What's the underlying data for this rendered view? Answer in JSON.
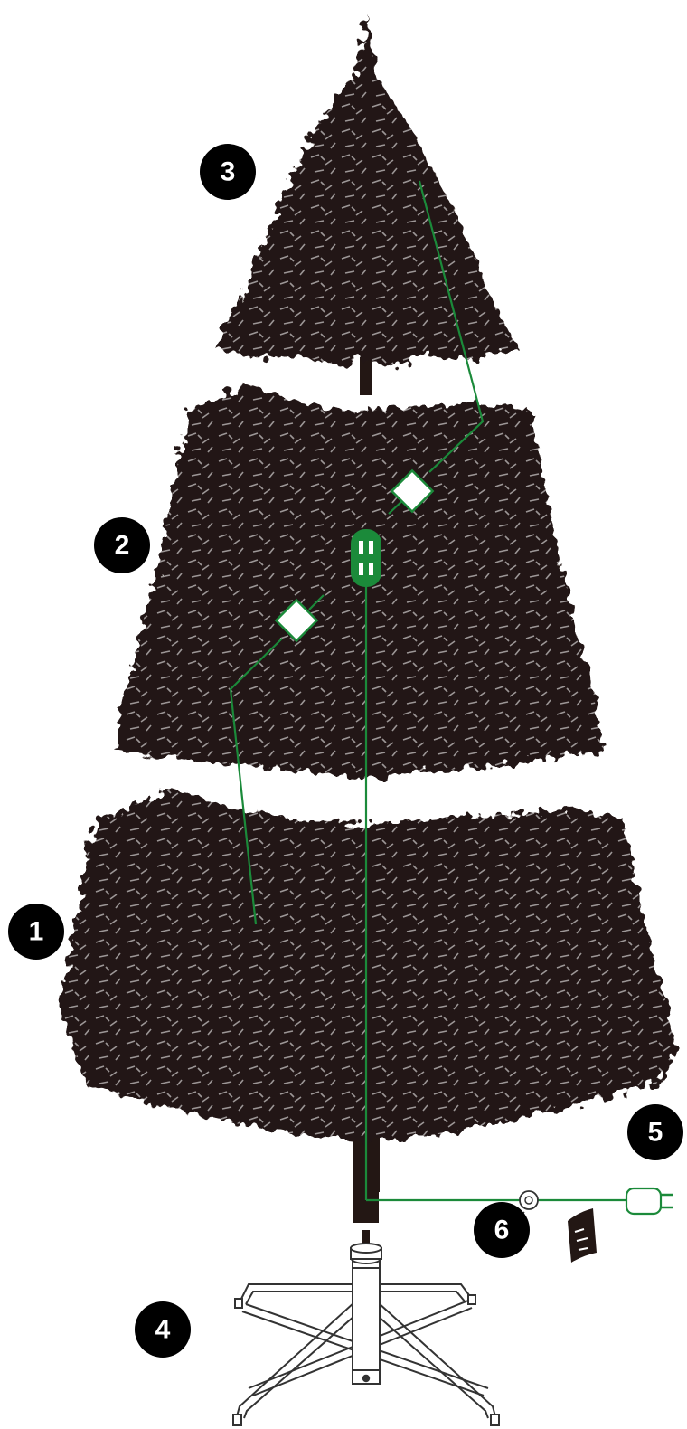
{
  "colors": {
    "tree": "#231714",
    "wire": "#1b8a3a",
    "badge_fill": "#000000",
    "badge_text": "#ffffff",
    "stand": "#333333",
    "background": "#ffffff"
  },
  "callouts": [
    {
      "number": "1",
      "part": "bottom-section"
    },
    {
      "number": "2",
      "part": "middle-section"
    },
    {
      "number": "3",
      "part": "top-section"
    },
    {
      "number": "4",
      "part": "stand"
    },
    {
      "number": "5",
      "part": "power-plug"
    },
    {
      "number": "6",
      "part": "foot-switch"
    }
  ],
  "icons": {
    "connector": "diamond-plug-icon",
    "outlet": "power-outlet-icon",
    "plug": "power-plug-icon",
    "switch": "foot-switch-icon",
    "arrow": "arrow-down-icon",
    "spare_fuse": "spare-fuse-icon"
  }
}
